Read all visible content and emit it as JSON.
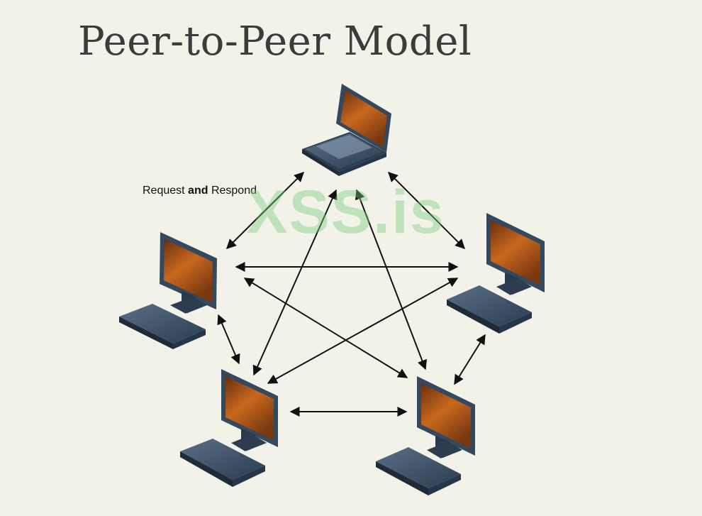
{
  "slide": {
    "title": "Peer-to-Peer Model"
  },
  "annotation": {
    "part1": "Request ",
    "part2": "and",
    "part3": " Respond"
  },
  "watermark": {
    "text": "XSS.is"
  },
  "nodes": [
    {
      "name": "laptop-top",
      "kind": "laptop"
    },
    {
      "name": "desktop-left",
      "kind": "desktop"
    },
    {
      "name": "desktop-right",
      "kind": "desktop"
    },
    {
      "name": "desktop-bottom-left",
      "kind": "desktop"
    },
    {
      "name": "desktop-bottom-right",
      "kind": "desktop"
    }
  ],
  "colors": {
    "background": "#f2f2e8",
    "title": "#3c3c3a",
    "device_body": "#3d5269",
    "screen": "#b55a20",
    "arrow": "#111111",
    "watermark": "#78cd78"
  }
}
